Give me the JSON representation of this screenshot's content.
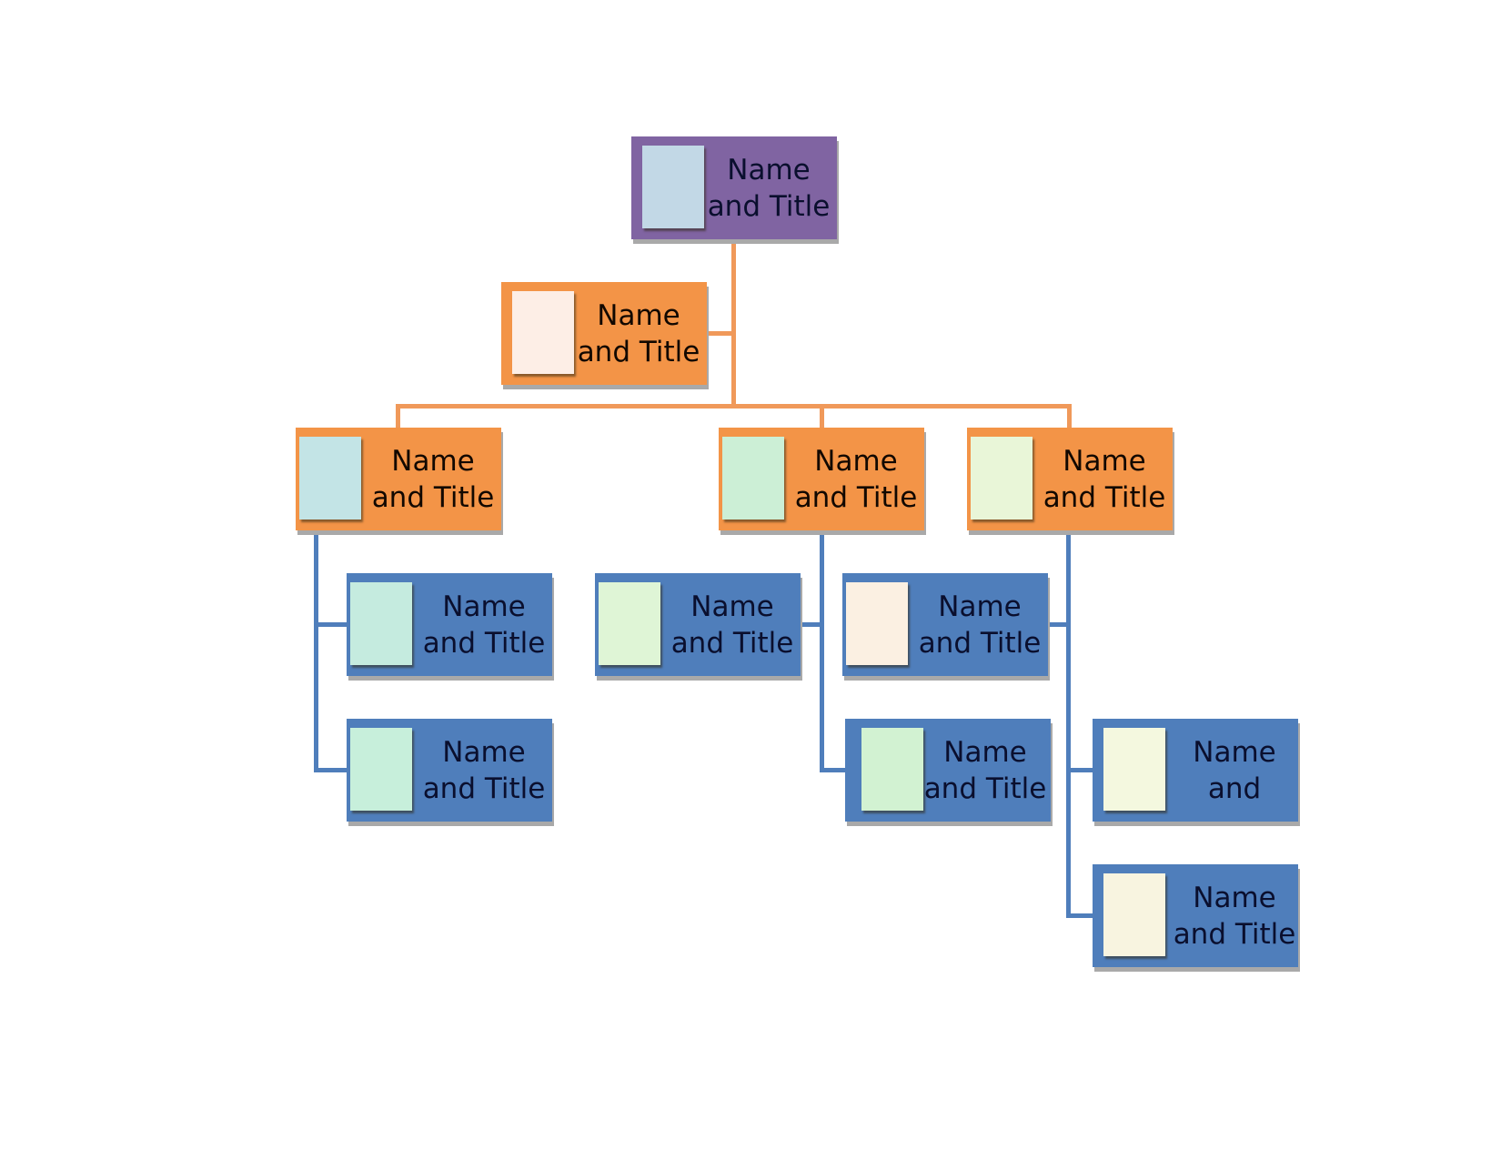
{
  "chart": {
    "type": "organization-chart",
    "colors": {
      "executive": "#8064a2",
      "manager": "#f39447",
      "staff": "#4f7ebb",
      "orange_line": "#f0995a",
      "blue_line": "#4f7ebb"
    },
    "nodes": [
      {
        "id": "executive",
        "line1": "Name",
        "line2": "and Title",
        "photo_color": "#c2d8e6",
        "level": "executive"
      },
      {
        "id": "assistant",
        "line1": "Name",
        "line2": "and Title",
        "photo_color": "#fdeee6",
        "level": "assistant"
      },
      {
        "id": "manager-1",
        "line1": "Name",
        "line2": "and Title",
        "photo_color": "#c3e4e6",
        "level": "manager"
      },
      {
        "id": "manager-2",
        "line1": "Name",
        "line2": "and Title",
        "photo_color": "#ccefd6",
        "level": "manager"
      },
      {
        "id": "manager-3",
        "line1": "Name",
        "line2": "and Title",
        "photo_color": "#e9f6d8",
        "level": "manager"
      },
      {
        "id": "staff-1a",
        "line1": "Name",
        "line2": "and Title",
        "photo_color": "#c5ebdf",
        "level": "staff",
        "reports_to": "manager-1"
      },
      {
        "id": "staff-1b",
        "line1": "Name",
        "line2": "and Title",
        "photo_color": "#c7efdb",
        "level": "staff",
        "reports_to": "manager-1"
      },
      {
        "id": "staff-2a",
        "line1": "Name",
        "line2": "and Title",
        "photo_color": "#dff5d6",
        "level": "staff",
        "reports_to": "manager-2"
      },
      {
        "id": "staff-2b",
        "line1": "Name",
        "line2": "and Title",
        "photo_color": "#fbf0e2",
        "level": "staff",
        "reports_to": "manager-3"
      },
      {
        "id": "staff-2c",
        "line1": "Name",
        "line2": "and Title",
        "photo_color": "#d2f2d2",
        "level": "staff",
        "reports_to": "manager-2"
      },
      {
        "id": "staff-3a",
        "line1": "Name",
        "line2": "and",
        "photo_color": "#f4f8df",
        "level": "staff",
        "reports_to": "manager-3"
      },
      {
        "id": "staff-3b",
        "line1": "Name",
        "line2": "and Title",
        "photo_color": "#f8f4e0",
        "level": "staff",
        "reports_to": "manager-3"
      }
    ]
  }
}
